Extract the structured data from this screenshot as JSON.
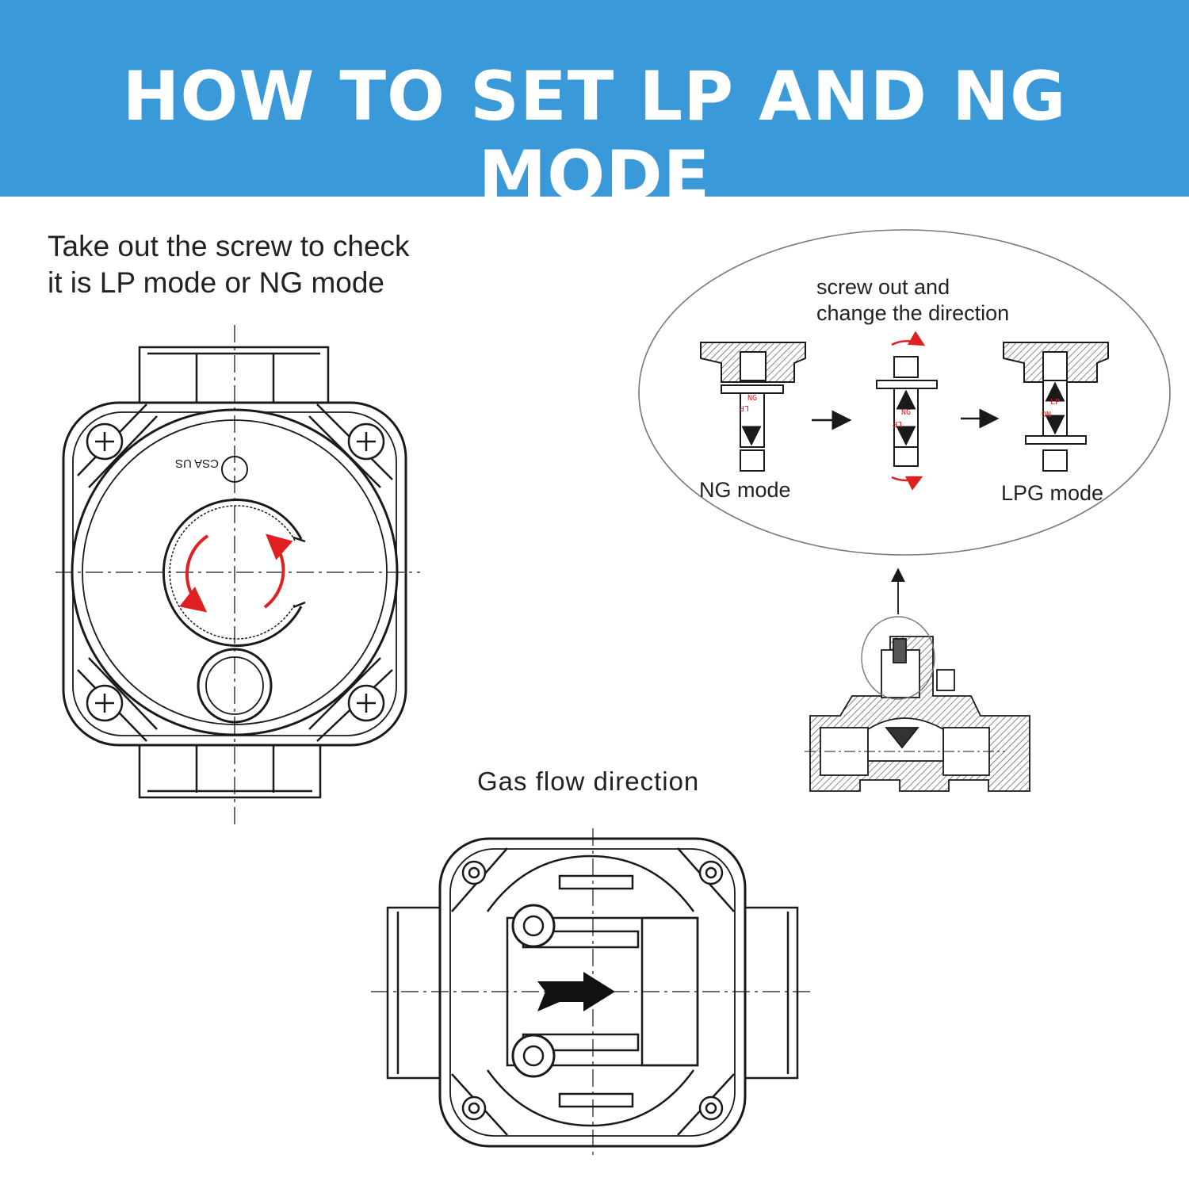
{
  "header": {
    "title": "HOW TO SET LP AND NG MODE",
    "background": "#3a9ad9",
    "text_color": "#ffffff"
  },
  "instructions": {
    "check_line1": "Take out the screw to check",
    "check_line2": "it is LP mode or NG mode",
    "screw_line1": "screw out and",
    "screw_line2": "change the direction"
  },
  "labels": {
    "ng_mode": "NG mode",
    "lpg_mode": "LPG mode",
    "gas_flow": "Gas flow direction",
    "screw_ng": "NG",
    "screw_lp": "LP",
    "cert_mark": "CSA US"
  },
  "colors": {
    "rotation_arrow": "#e02020",
    "screw_text": "#e02020",
    "line": "#1a1a1a"
  }
}
